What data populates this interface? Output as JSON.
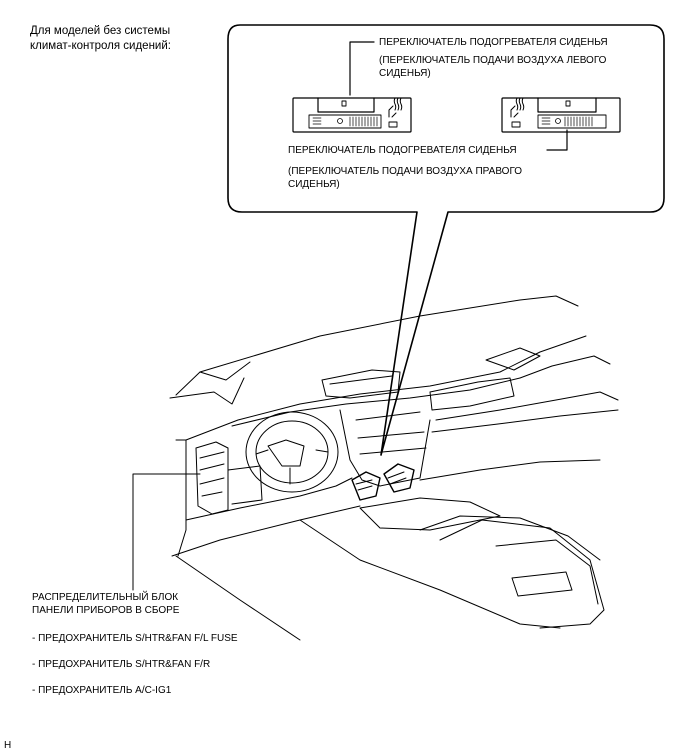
{
  "intro": {
    "line1": "Для моделей без системы",
    "line2": "климат-контроля сидений:"
  },
  "callout": {
    "left_switch_title": "ПЕРЕКЛЮЧАТЕЛЬ ПОДОГРЕВАТЕЛЯ СИДЕНЬЯ",
    "left_switch_sub1": "(ПЕРЕКЛЮЧАТЕЛЬ ПОДАЧИ ВОЗДУХА ЛЕВОГО",
    "left_switch_sub2": "СИДЕНЬЯ)",
    "right_switch_title": "ПЕРЕКЛЮЧАТЕЛЬ ПОДОГРЕВАТЕЛЯ СИДЕНЬЯ",
    "right_switch_sub1": "(ПЕРЕКЛЮЧАТЕЛЬ ПОДАЧИ ВОЗДУХА ПРАВОГО",
    "right_switch_sub2": "СИДЕНЬЯ)"
  },
  "junction_block": {
    "line1": "РАСПРЕДЕЛИТЕЛЬНЫЙ БЛОК",
    "line2": "ПАНЕЛИ ПРИБОРОВ В СБОРЕ",
    "fuses": [
      "- ПРЕДОХРАНИТЕЛЬ S/HTR&FAN F/L FUSE",
      "- ПРЕДОХРАНИТЕЛЬ S/HTR&FAN F/R",
      "- ПРЕДОХРАНИТЕЛЬ A/C-IG1"
    ]
  },
  "footer_code": "H"
}
